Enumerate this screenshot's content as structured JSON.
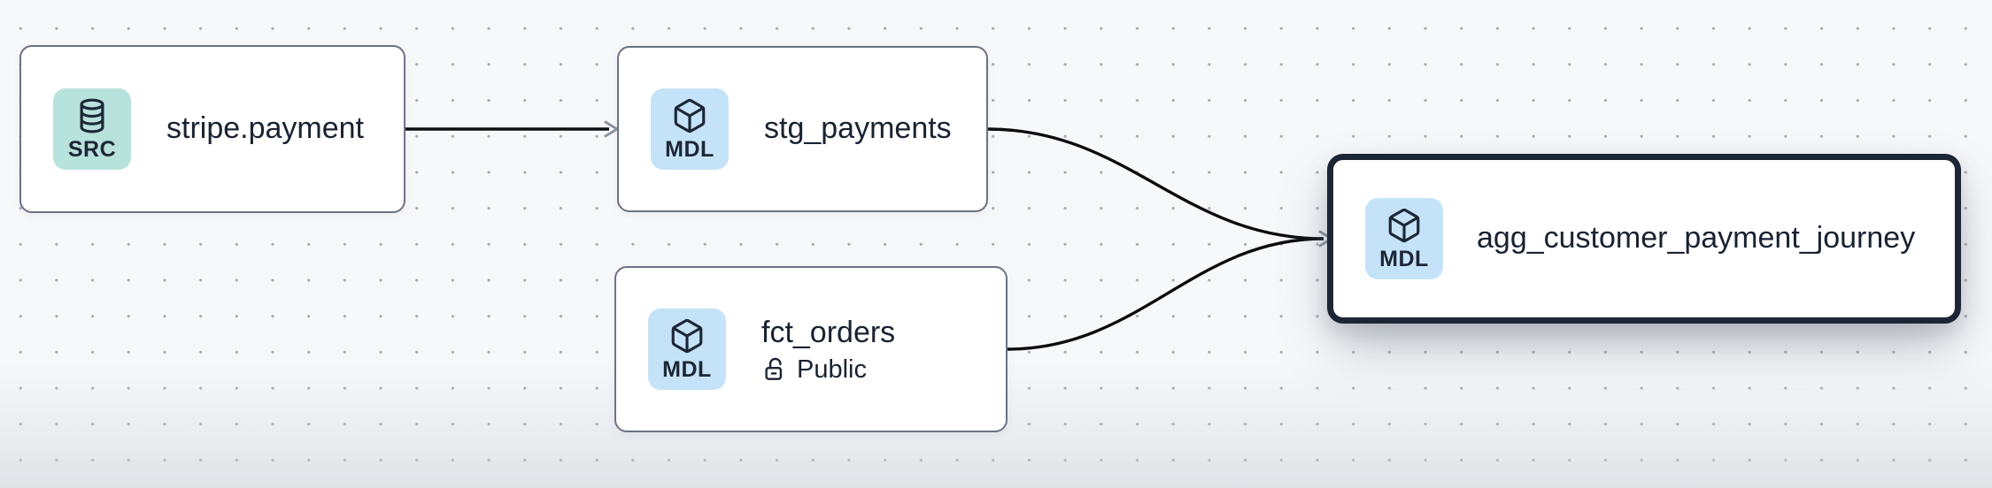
{
  "diagram": {
    "colors": {
      "canvas_bg": "#f7f8fa",
      "grid_dot": "#a7adb8",
      "edge": "#0b0d11",
      "arrowhead": "#8a919e",
      "node_bg": "#ffffff",
      "node_border": "#6b7383",
      "node_border_selected": "#1d2634",
      "node_text": "#192231",
      "src_badge_bg": "#b8e2dc",
      "mdl_badge_bg": "#c5e3f8",
      "badge_glyph": "#1d2736"
    },
    "nodes": [
      {
        "title": "stripe.payment",
        "badge": "SRC",
        "icon": "database-icon",
        "type": "source",
        "selected": false
      },
      {
        "title": "stg_payments",
        "badge": "MDL",
        "icon": "cube-icon",
        "type": "model",
        "selected": false
      },
      {
        "title": "fct_orders",
        "badge": "MDL",
        "icon": "cube-icon",
        "type": "model",
        "access_label": "Public",
        "access_icon": "lock-open-icon",
        "selected": false
      },
      {
        "title": "agg_customer_payment_journey",
        "badge": "MDL",
        "icon": "cube-icon",
        "type": "model",
        "selected": true
      }
    ],
    "edges": [
      {
        "from": "stripe.payment",
        "to": "stg_payments",
        "shape": "straight"
      },
      {
        "from": "stg_payments",
        "to": "agg_customer_payment_journey",
        "shape": "curve"
      },
      {
        "from": "fct_orders",
        "to": "agg_customer_payment_journey",
        "shape": "curve"
      }
    ]
  }
}
